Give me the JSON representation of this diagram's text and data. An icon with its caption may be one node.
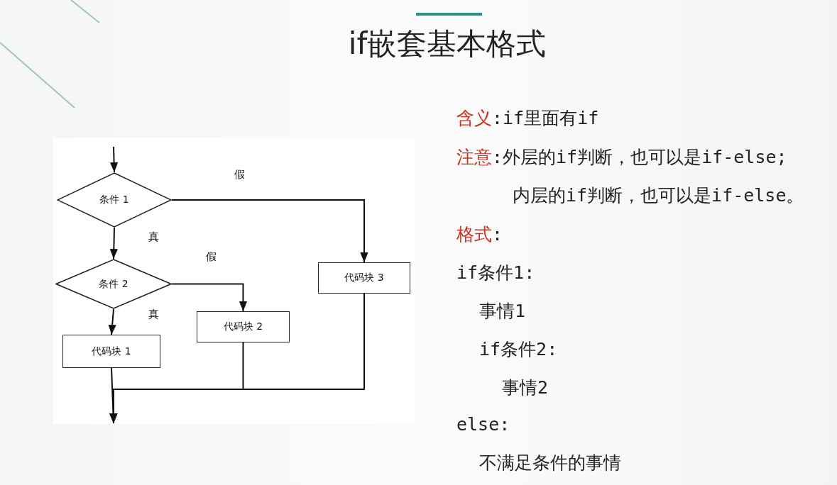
{
  "diagram": {
    "title": "if嵌套基本格式",
    "nodes": [
      {
        "text": [
          "条件 1"
        ]
      },
      {
        "text": [
          "代码块 3"
        ]
      },
      {
        "text": [
          "条件 2"
        ]
      },
      {
        "text": [
          "代码块 2"
        ]
      },
      {
        "text": [
          "代码块 1"
        ]
      }
    ],
    "edges": [
      {
        "from": null,
        "to": 0,
        "arrow": "to"
      },
      {
        "from": 0,
        "to": 1,
        "arrow": "to",
        "label": "假"
      },
      {
        "from": 0,
        "to": 2,
        "arrow": "to",
        "label": "真"
      },
      {
        "from": 2,
        "to": 3,
        "arrow": "to",
        "label": "假"
      },
      {
        "from": 2,
        "to": 4,
        "arrow": "to",
        "label": "真"
      },
      {
        "from": 4,
        "to": null,
        "arrow": "to"
      },
      {
        "from": 3,
        "to": null,
        "arrow": "to"
      },
      {
        "from": 1,
        "to": null,
        "arrow": "to"
      }
    ],
    "labels": [
      "含义",
      ":if里面有if",
      "注意",
      ":外层的if判断，也可以是if-else;",
      "内层的if判断，也可以是if-else。",
      "格式",
      ":",
      "if条件1:",
      "事情1",
      "if条件2:",
      "事情2",
      "else:",
      "不满足条件的事情"
    ]
  }
}
